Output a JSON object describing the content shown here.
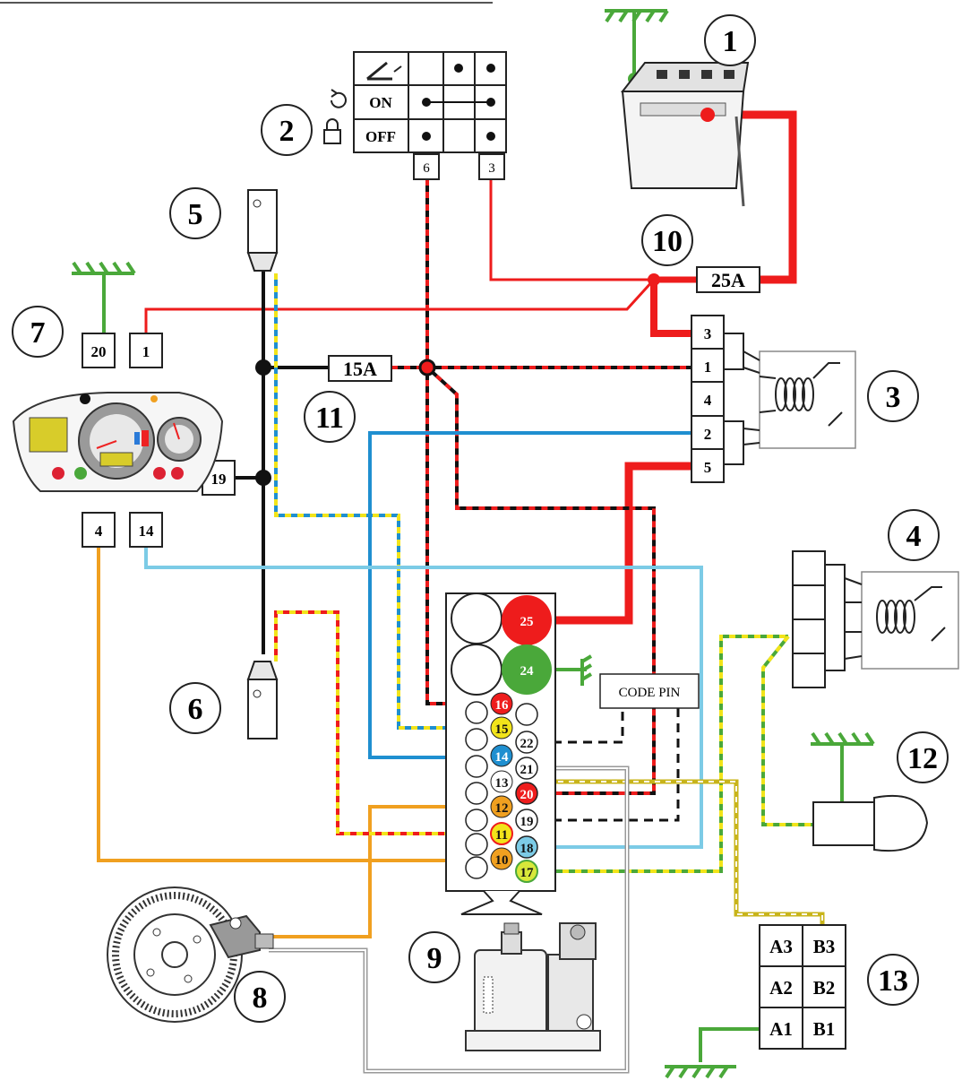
{
  "callouts": [
    "1",
    "2",
    "3",
    "4",
    "5",
    "6",
    "7",
    "8",
    "9",
    "10",
    "11",
    "12",
    "13"
  ],
  "ignition_switch": {
    "on_label": "ON",
    "off_label": "OFF",
    "terminal_left": "6",
    "terminal_right": "3"
  },
  "fuses": {
    "main": "25A",
    "secondary": "15A"
  },
  "dashboard_pins": {
    "p20": "20",
    "p1": "1",
    "p19": "19",
    "p4": "4",
    "p14": "14"
  },
  "relay_pins": [
    "3",
    "1",
    "4",
    "2",
    "5"
  ],
  "ecu": {
    "big_pins": [
      "25",
      "24"
    ],
    "left_pins": [
      "16",
      "15",
      "14",
      "13",
      "12",
      "11",
      "10"
    ],
    "right_pins": [
      "22",
      "21",
      "20",
      "19",
      "18",
      "17"
    ],
    "code_pin": "CODE PIN"
  },
  "connector_13": [
    "A3",
    "B3",
    "A2",
    "B2",
    "A1",
    "B1"
  ],
  "colors": {
    "red": "#ee1c1c",
    "black": "#111111",
    "yellow": "#f2e41a",
    "blue": "#1f8fd0",
    "light_blue": "#7ccbe6",
    "green": "#4aa83a",
    "orange": "#f0a020"
  }
}
